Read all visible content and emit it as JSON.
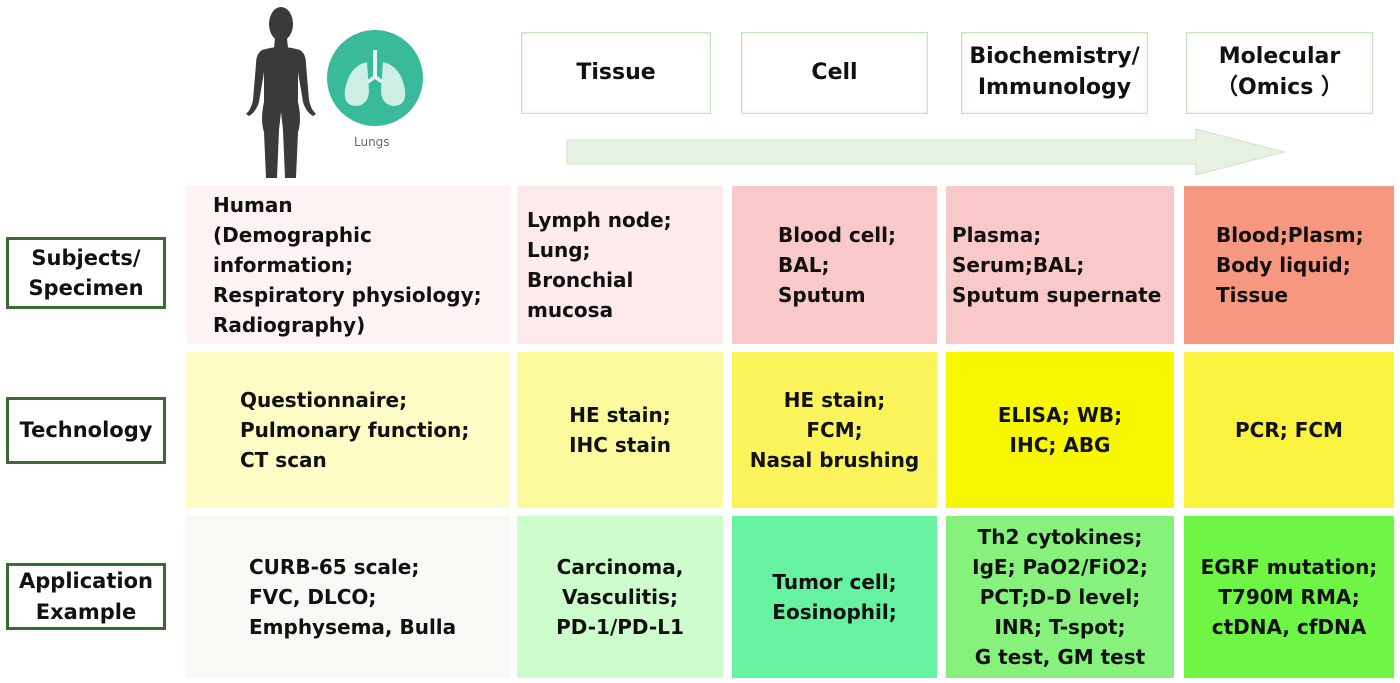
{
  "figure": {
    "lungs_label": "Lungs",
    "headers": [
      "Tissue",
      "Cell",
      "Biochemistry/\nImmunology",
      "Molecular\n（Omics ）"
    ],
    "rows": [
      {
        "label": "Subjects/\nSpecimen",
        "cells": [
          "Human\n(Demographic information;\nRespiratory physiology;\nRadiography)",
          "Lymph node;\nLung;\nBronchial mucosa",
          "Blood cell;\nBAL;\nSputum",
          "Plasma; Serum;BAL;\nSputum supernate",
          "Blood;Plasm;\nBody liquid;\nTissue"
        ]
      },
      {
        "label": "Technology",
        "cells": [
          "Questionnaire;\nPulmonary function;\nCT scan",
          "HE stain;\nIHC stain",
          "HE stain;\nFCM;\nNasal brushing",
          "ELISA; WB;\nIHC; ABG",
          "PCR; FCM"
        ]
      },
      {
        "label": "Application\nExample",
        "cells": [
          "CURB-65 scale;\nFVC,  DLCO;\nEmphysema,  Bulla",
          "Carcinoma,\nVasculitis;\nPD-1/PD-L1",
          "Tumor cell;\nEosinophil;",
          "Th2 cytokines;\nIgE; PaO2/FiO2;\nPCT;D-D level;\nINR; T-spot;\nG test, GM test",
          "EGRF mutation;\nT790M RMA;\nctDNA, cfDNA"
        ]
      }
    ],
    "colors": {
      "row0": [
        "#fdf3f3",
        "#fdeaea",
        "#f9c9c9",
        "#f9c9c9",
        "#f6987f"
      ],
      "row1": [
        "#fdfcc4",
        "#fbfb9e",
        "#fbf35a",
        "#f7f700",
        "#f9f23f"
      ],
      "row2": [
        "#f6f9f4",
        "#cdfccd",
        "#66f2a0",
        "#86f27c",
        "#6ff545"
      ],
      "label_border": "#3a6b34",
      "arrow_fill": "#e7f1e1",
      "lungs_circle": "#39ba9a"
    },
    "icons": [
      "human-silhouette-icon",
      "lungs-icon",
      "right-arrow-icon"
    ]
  }
}
